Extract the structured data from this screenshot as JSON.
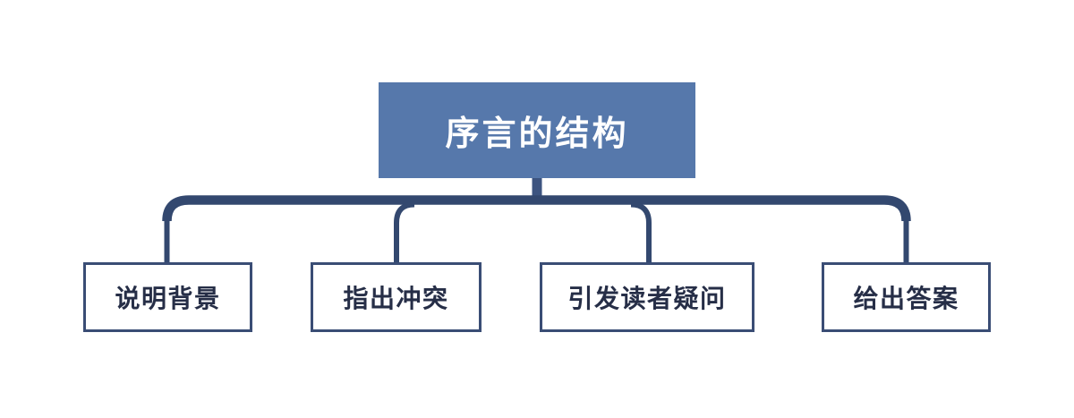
{
  "diagram": {
    "root": {
      "label": "序言的结构"
    },
    "children": [
      {
        "label": "说明背景"
      },
      {
        "label": "指出冲突"
      },
      {
        "label": "引发读者疑问"
      },
      {
        "label": "给出答案"
      }
    ]
  },
  "colors": {
    "background": "#ffffff",
    "root_fill": "#5678ab",
    "root_text": "#ffffff",
    "connector": "#33486f",
    "stem": "#3d5480",
    "child_border": "#3a4d75",
    "child_fill": "#ffffff",
    "child_text": "#262e47"
  }
}
